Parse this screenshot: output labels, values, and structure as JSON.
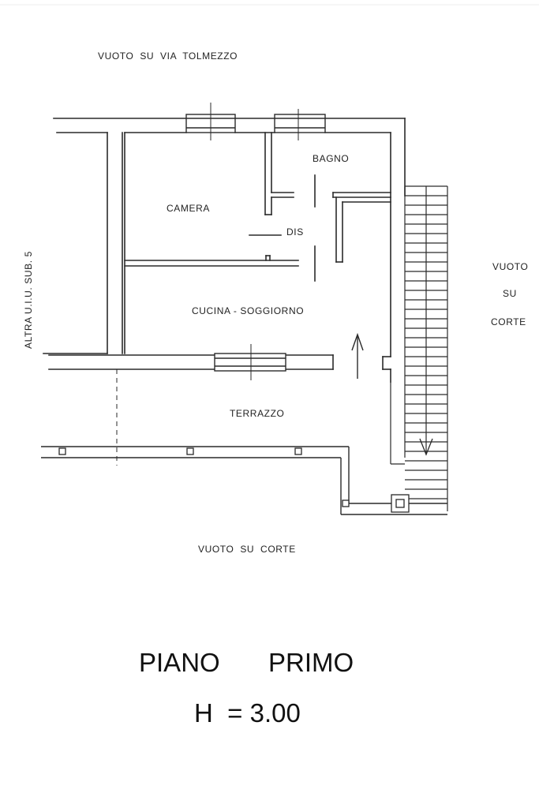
{
  "labels": {
    "top": "VUOTO  SU  VIA  TOLMEZZO",
    "left": "ALTRA U.I.U. SUB. 5",
    "right": [
      "VUOTO",
      "SU",
      "CORTE"
    ],
    "bottom": "VUOTO  SU  CORTE"
  },
  "rooms": {
    "camera": "CAMERA",
    "bagno": "BAGNO",
    "dis": "DIS",
    "cucina": "CUCINA - SOGGIORNO",
    "terrazzo": "TERRAZZO"
  },
  "title": {
    "floor_word1": "PIANO",
    "floor_word2": "PRIMO",
    "height": "H  = 3.00"
  }
}
